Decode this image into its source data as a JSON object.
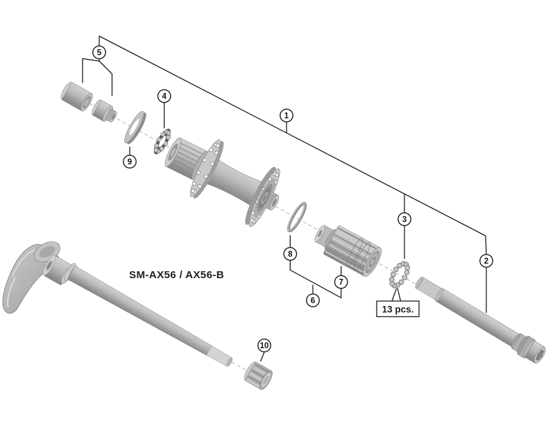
{
  "diagram": {
    "model_label": "SM-AX56 / AX56-B",
    "pieces_box_label": "13 pcs.",
    "callouts": [
      {
        "label": "1"
      },
      {
        "label": "2"
      },
      {
        "label": "3"
      },
      {
        "label": "4"
      },
      {
        "label": "5"
      },
      {
        "label": "6"
      },
      {
        "label": "7"
      },
      {
        "label": "8"
      },
      {
        "label": "9"
      },
      {
        "label": "10"
      }
    ]
  },
  "palette": {
    "background": "#ffffff",
    "line_color": "#1a1a1a",
    "text_color": "#1f1f1f",
    "part_light": "#d6d6d6",
    "part_mid": "#b3b3b3",
    "part_dark": "#8e8e8e"
  }
}
